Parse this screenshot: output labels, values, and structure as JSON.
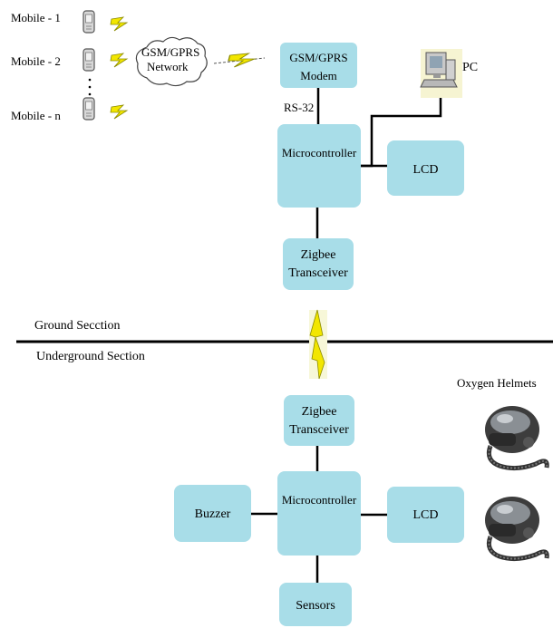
{
  "mobiles": [
    "Mobile - 1",
    "Mobile -  2",
    "Mobile - n"
  ],
  "network_lines": [
    "GSM/GPRS",
    "Network"
  ],
  "ground": {
    "modem_lines": [
      "GSM/GPRS",
      "Modem"
    ],
    "link_label": "RS-32",
    "pc_label": "PC",
    "micro": "Microcontroller",
    "lcd": "LCD",
    "zigbee_lines": [
      "Zigbee",
      "Transceiver"
    ]
  },
  "section_labels": {
    "ground": "Ground Secction",
    "underground": "Underground Section"
  },
  "underground": {
    "helmets_label": "Oxygen Helmets",
    "zigbee_lines": [
      "Zigbee",
      "Transceiver"
    ],
    "micro": "Microcontroller",
    "buzzer": "Buzzer",
    "lcd": "LCD",
    "sensors": "Sensors"
  },
  "colors": {
    "box": "#a8dde8",
    "lightning": "#f2e600",
    "line": "#000000"
  }
}
